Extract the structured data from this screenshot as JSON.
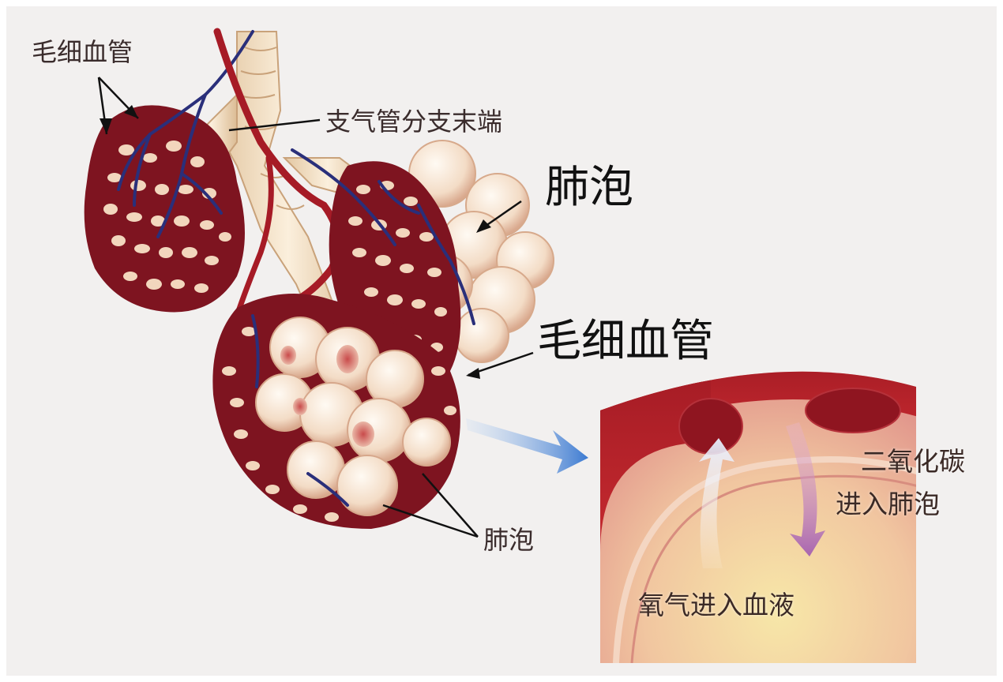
{
  "labels": {
    "capillary_top_left": "毛细血管",
    "bronchiole_end": "支气管分支末端",
    "alveolus_big": "肺泡",
    "capillary_big": "毛细血管",
    "alveolus_bottom": "肺泡",
    "co2_line1": "二氧化碳",
    "co2_line2": "进入肺泡",
    "o2_enters_blood": "氧气进入血液"
  },
  "colors": {
    "background": "#f2f0ef",
    "capillary_red": "#8e1a25",
    "capillary_blue": "#2a2f7a",
    "alveolus_fill": "#f6e2cf",
    "bronchus_fill": "#efd9b9",
    "flow_arrow": "#4d86d6"
  }
}
